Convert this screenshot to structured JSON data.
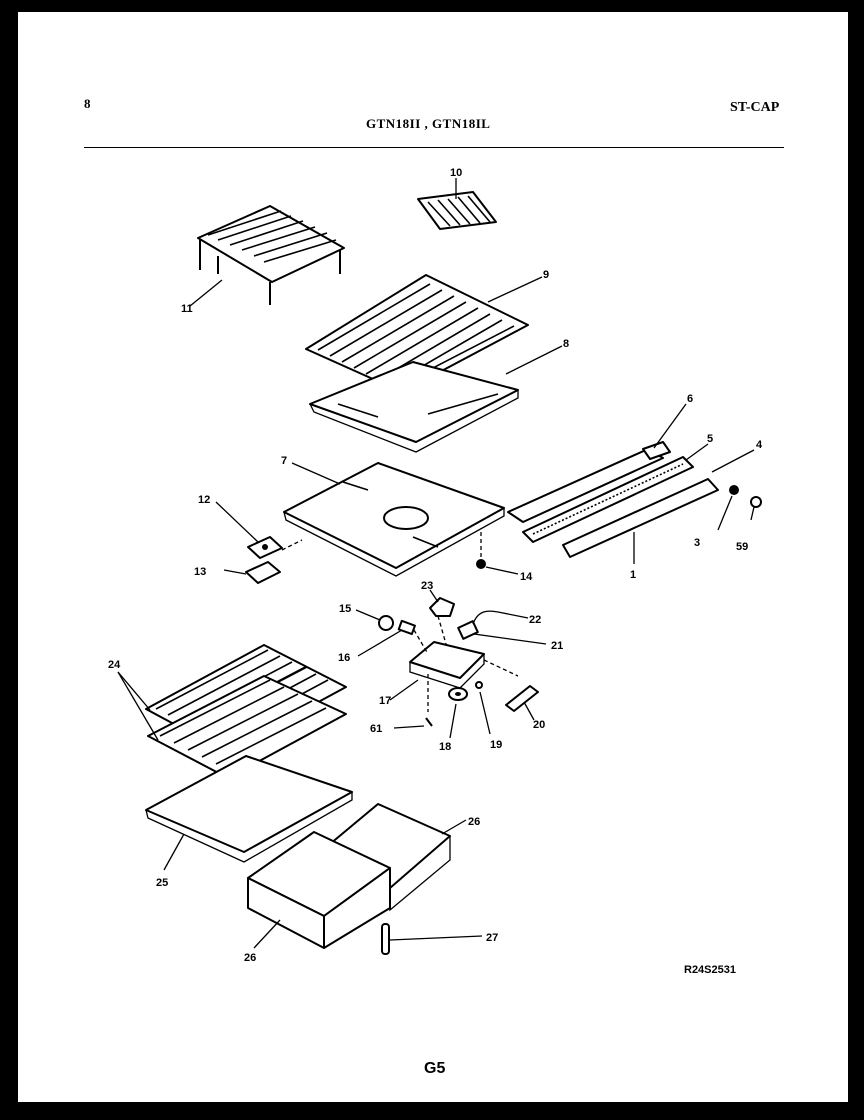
{
  "header": {
    "corner_number": "8",
    "models": "GTN18II , GTN18IL",
    "code_top_right": "ST-CAP"
  },
  "footer": {
    "drawing_code": "R24S2531",
    "page_number": "G5"
  },
  "callouts": [
    "1",
    "3",
    "4",
    "5",
    "6",
    "7",
    "8",
    "9",
    "10",
    "11",
    "12",
    "13",
    "14",
    "15",
    "16",
    "17",
    "18",
    "19",
    "20",
    "21",
    "22",
    "23",
    "24",
    "25",
    "26",
    "26",
    "27",
    "59",
    "61"
  ]
}
